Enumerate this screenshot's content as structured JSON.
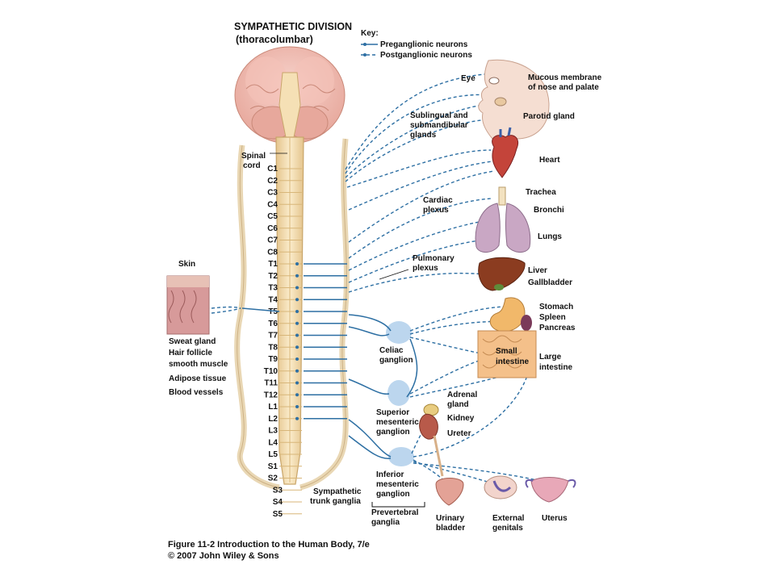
{
  "title": {
    "line1": "SYMPATHETIC DIVISION",
    "line2": "(thoracolumbar)"
  },
  "key": {
    "heading": "Key:",
    "pre": "Preganglionic neurons",
    "post": "Postganglionic neurons"
  },
  "spinal_cord_label": [
    "Spinal",
    "cord"
  ],
  "segments": [
    "C1",
    "C2",
    "C3",
    "C4",
    "C5",
    "C6",
    "C7",
    "C8",
    "T1",
    "T2",
    "T3",
    "T4",
    "T5",
    "T6",
    "T7",
    "T8",
    "T9",
    "T10",
    "T11",
    "T12",
    "L1",
    "L2",
    "L3",
    "L4",
    "L5",
    "S1",
    "S2",
    "S3",
    "S4",
    "S5"
  ],
  "left_labels": {
    "skin": "Skin",
    "sweat": "Sweat gland",
    "hair1": "Hair follicle",
    "hair2": "smooth muscle",
    "adipose": "Adipose tissue",
    "blood": "Blood vessels"
  },
  "center_labels": {
    "cardiac1": "Cardiac",
    "cardiac2": "plexus",
    "pulm1": "Pulmonary",
    "pulm2": "plexus",
    "celiac1": "Celiac",
    "celiac2": "ganglion",
    "sup1": "Superior",
    "sup2": "mesenteric",
    "sup3": "ganglion",
    "inf1": "Inferior",
    "inf2": "mesenteric",
    "inf3": "ganglion",
    "trunk1": "Sympathetic",
    "trunk2": "trunk ganglia",
    "prev1": "Prevertebral",
    "prev2": "ganglia"
  },
  "organ_labels": {
    "eye": "Eye",
    "mucous1": "Mucous membrane",
    "mucous2": "of nose and palate",
    "sub1": "Sublingual and",
    "sub2": "submandibular",
    "sub3": "glands",
    "parotid": "Parotid gland",
    "heart": "Heart",
    "trachea": "Trachea",
    "bronchi": "Bronchi",
    "lungs": "Lungs",
    "liver": "Liver",
    "gall": "Gallbladder",
    "stomach": "Stomach",
    "spleen": "Spleen",
    "pancreas": "Pancreas",
    "small1": "Small",
    "small2": "intestine",
    "large1": "Large",
    "large2": "intestine",
    "adrenal1": "Adrenal",
    "adrenal2": "gland",
    "kidney": "Kidney",
    "ureter": "Ureter",
    "bladder1": "Urinary",
    "bladder2": "bladder",
    "genitals1": "External",
    "genitals2": "genitals",
    "uterus": "Uterus"
  },
  "caption": {
    "line1": "Figure 11-2  Introduction to the Human Body, 7/e",
    "line2": "© 2007 John Wiley & Sons"
  },
  "colors": {
    "nerve": "#2d6fa3",
    "cord": "#f1d9a6",
    "brain": "#f0b9b0",
    "ganglion_halo": "#bcd6ee"
  }
}
